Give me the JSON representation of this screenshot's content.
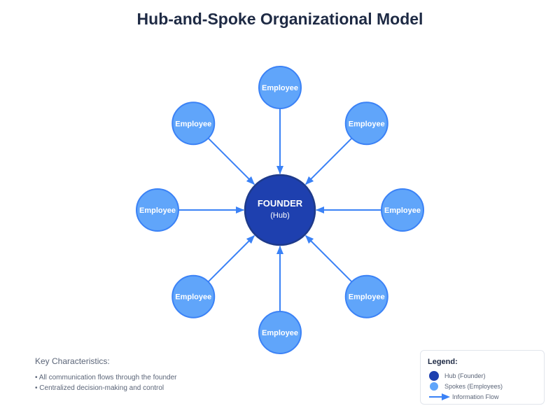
{
  "title": "Hub-and-Spoke Organizational Model",
  "colors": {
    "hub_fill": "#1e40af",
    "hub_stroke": "#1e3a8a",
    "spoke_fill": "#60a5fa",
    "spoke_stroke": "#3b82f6",
    "arrow": "#3b82f6"
  },
  "hub": {
    "label": "FOUNDER",
    "sublabel": "(Hub)"
  },
  "spokes": [
    {
      "label": "Employee"
    },
    {
      "label": "Employee"
    },
    {
      "label": "Employee"
    },
    {
      "label": "Employee"
    },
    {
      "label": "Employee"
    },
    {
      "label": "Employee"
    },
    {
      "label": "Employee"
    },
    {
      "label": "Employee"
    }
  ],
  "characteristics": {
    "heading": "Key Characteristics:",
    "items": [
      "• All communication flows through the founder",
      "• Centralized decision-making and control"
    ]
  },
  "legend": {
    "heading": "Legend:",
    "hub_label": "Hub (Founder)",
    "spoke_label": "Spokes (Employees)",
    "flow_label": "Information Flow"
  }
}
